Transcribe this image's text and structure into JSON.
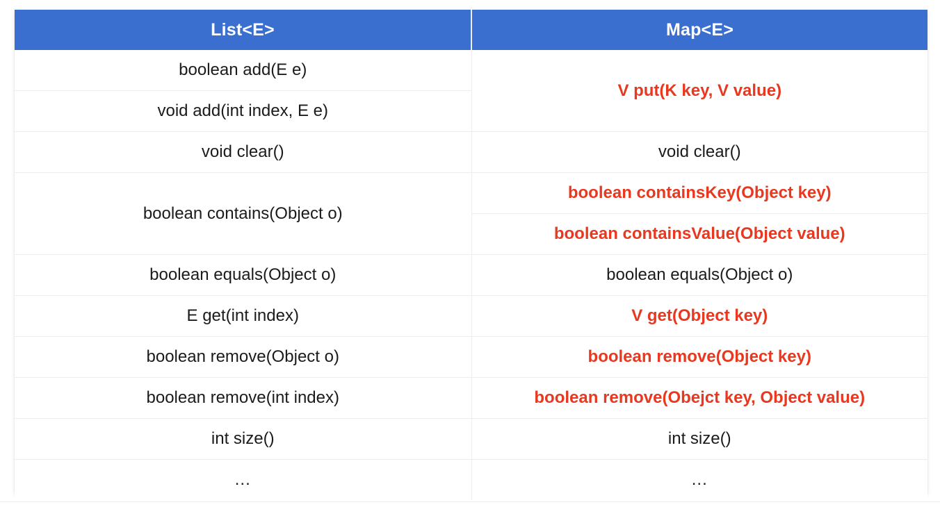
{
  "table": {
    "headers": [
      {
        "label": "List<E>"
      },
      {
        "label": "Map<E>"
      }
    ],
    "rows": [
      {
        "left": {
          "text": "boolean add(E e)",
          "style": "plain",
          "rowspan": 1
        },
        "right": {
          "text": "V put(K key, V value)",
          "style": "accent",
          "rowspan": 2
        }
      },
      {
        "left": {
          "text": "void add(int index, E e)",
          "style": "plain",
          "rowspan": 1
        },
        "right": null
      },
      {
        "left": {
          "text": "void clear()",
          "style": "plain",
          "rowspan": 1
        },
        "right": {
          "text": "void clear()",
          "style": "plain",
          "rowspan": 1
        }
      },
      {
        "left": {
          "text": "boolean contains(Object o)",
          "style": "plain",
          "rowspan": 2
        },
        "right": {
          "text": "boolean containsKey(Object key)",
          "style": "accent",
          "rowspan": 1
        }
      },
      {
        "left": null,
        "right": {
          "text": "boolean containsValue(Object value)",
          "style": "accent",
          "rowspan": 1
        }
      },
      {
        "left": {
          "text": "boolean equals(Object o)",
          "style": "plain",
          "rowspan": 1
        },
        "right": {
          "text": "boolean equals(Object o)",
          "style": "plain",
          "rowspan": 1
        }
      },
      {
        "left": {
          "text": "E get(int index)",
          "style": "plain",
          "rowspan": 1
        },
        "right": {
          "text": "V get(Object key)",
          "style": "accent",
          "rowspan": 1
        }
      },
      {
        "left": {
          "text": "boolean remove(Object o)",
          "style": "plain",
          "rowspan": 1
        },
        "right": {
          "text": "boolean remove(Object key)",
          "style": "accent",
          "rowspan": 1
        }
      },
      {
        "left": {
          "text": "boolean remove(int index)",
          "style": "plain",
          "rowspan": 1
        },
        "right": {
          "text": "boolean remove(Obejct key, Object value)",
          "style": "accent",
          "rowspan": 1
        }
      },
      {
        "left": {
          "text": "int size()",
          "style": "plain",
          "rowspan": 1
        },
        "right": {
          "text": "int size()",
          "style": "plain",
          "rowspan": 1
        }
      },
      {
        "left": {
          "text": "...",
          "style": "plain",
          "rowspan": 1
        },
        "right": {
          "text": "...",
          "style": "plain",
          "rowspan": 1
        }
      }
    ]
  },
  "colors": {
    "header_background": "#3a6fd0",
    "header_text": "#ffffff",
    "accent_text": "#e8381f",
    "body_text": "#1b1b1b",
    "row_divider": "#ededed",
    "page_background": "#ffffff"
  }
}
